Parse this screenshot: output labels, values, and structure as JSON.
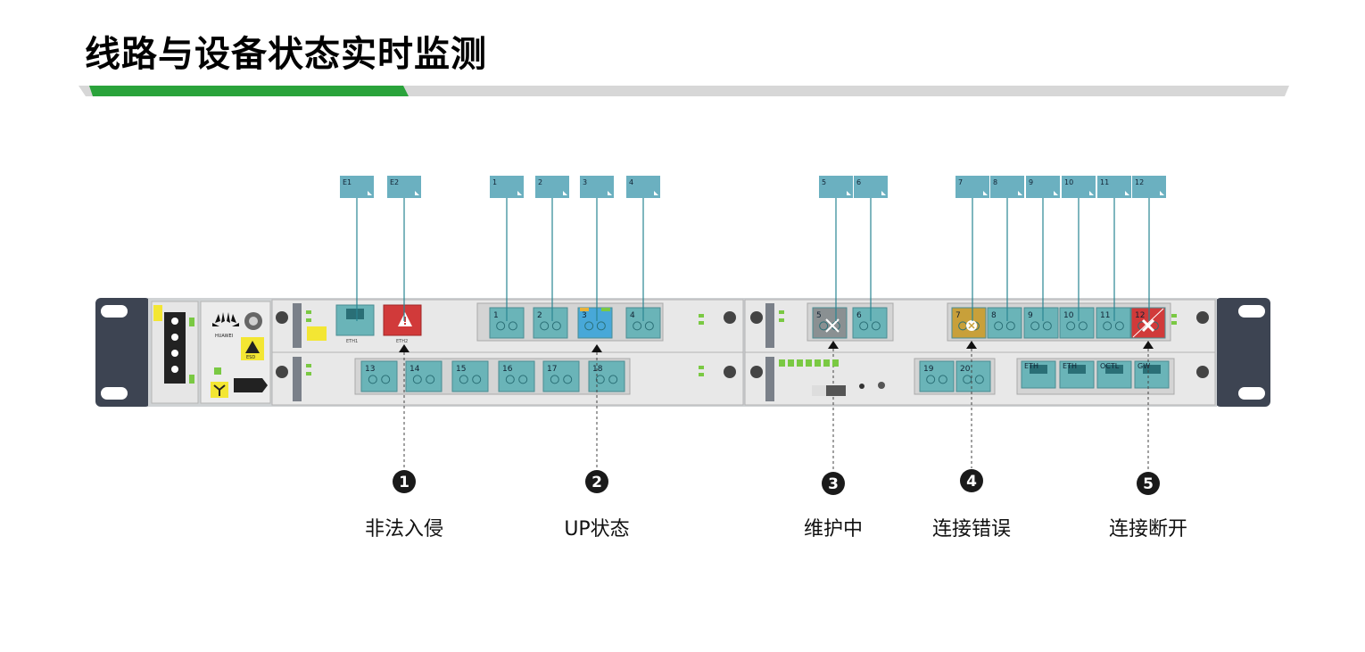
{
  "title": "线路与设备状态实时监测",
  "colors": {
    "accent_green": "#2aa33b",
    "gray_bar": "#d7d7d7",
    "tag_blue": "#6bb0c0",
    "port_teal": "#6ab4b8",
    "port_blue": "#48a8d8",
    "alarm_red": "#d13a3a",
    "warn_gold": "#c8a03a",
    "maint_gray": "#8a9092",
    "ear_dark": "#3d4452",
    "chassis": "#e8e8e8",
    "led_green": "#7ac943"
  },
  "port_tags": [
    {
      "id": "E1",
      "label": "E1"
    },
    {
      "id": "E2",
      "label": "E2"
    },
    {
      "id": "1",
      "label": "1"
    },
    {
      "id": "2",
      "label": "2"
    },
    {
      "id": "3",
      "label": "3"
    },
    {
      "id": "4",
      "label": "4"
    },
    {
      "id": "5",
      "label": "5"
    },
    {
      "id": "6",
      "label": "6"
    },
    {
      "id": "7",
      "label": "7"
    },
    {
      "id": "8",
      "label": "8"
    },
    {
      "id": "9",
      "label": "9"
    },
    {
      "id": "10",
      "label": "10"
    },
    {
      "id": "11",
      "label": "11"
    },
    {
      "id": "12",
      "label": "12"
    }
  ],
  "ports": {
    "left_top": [
      "1",
      "2",
      "3",
      "4"
    ],
    "left_bottom": [
      "13",
      "14",
      "15",
      "16",
      "17",
      "18"
    ],
    "right_top": [
      "5",
      "6",
      "7",
      "8",
      "9",
      "10",
      "11",
      "12"
    ],
    "right_bottom_fiber": [
      "19",
      "20"
    ],
    "right_bottom_eth": [
      "ETH",
      "ETH",
      "OCTL",
      "GW"
    ]
  },
  "board_labels": {
    "eth1": "ETH1",
    "eth2": "ETH2"
  },
  "callouts": [
    {
      "num": "1",
      "label": "非法入侵"
    },
    {
      "num": "2",
      "label": "UP状态"
    },
    {
      "num": "3",
      "label": "维护中"
    },
    {
      "num": "4",
      "label": "连接错误"
    },
    {
      "num": "5",
      "label": "连接断开"
    }
  ],
  "logo": "HUAWEI",
  "esd_label": "ESD"
}
